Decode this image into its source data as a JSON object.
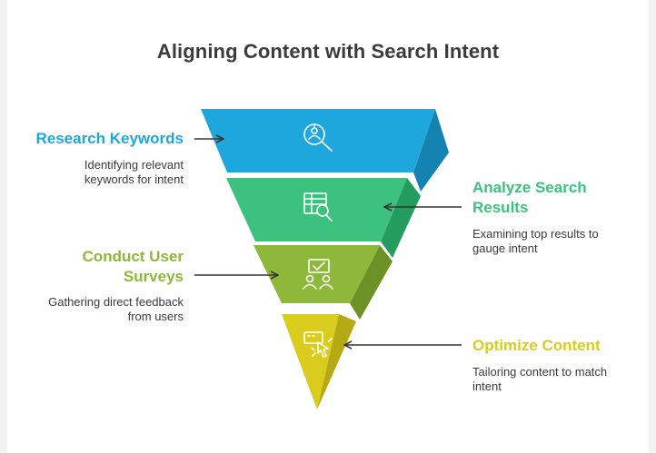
{
  "title": "Aligning Content with Search Intent",
  "stages": [
    {
      "heading": "Research Keywords",
      "description": "Identifying relevant keywords for intent",
      "color": "#1ea7dc",
      "icon": "keyword-research-icon"
    },
    {
      "heading": "Analyze Search Results",
      "description": "Examining top results to gauge intent",
      "color": "#3cc27e",
      "icon": "table-search-icon"
    },
    {
      "heading": "Conduct User Surveys",
      "description": "Gathering direct feedback from users",
      "color": "#8db83a",
      "icon": "survey-users-icon"
    },
    {
      "heading": "Optimize Content",
      "description": "Tailoring content to match intent",
      "color": "#d9cc1c",
      "icon": "optimize-cursor-icon"
    }
  ]
}
